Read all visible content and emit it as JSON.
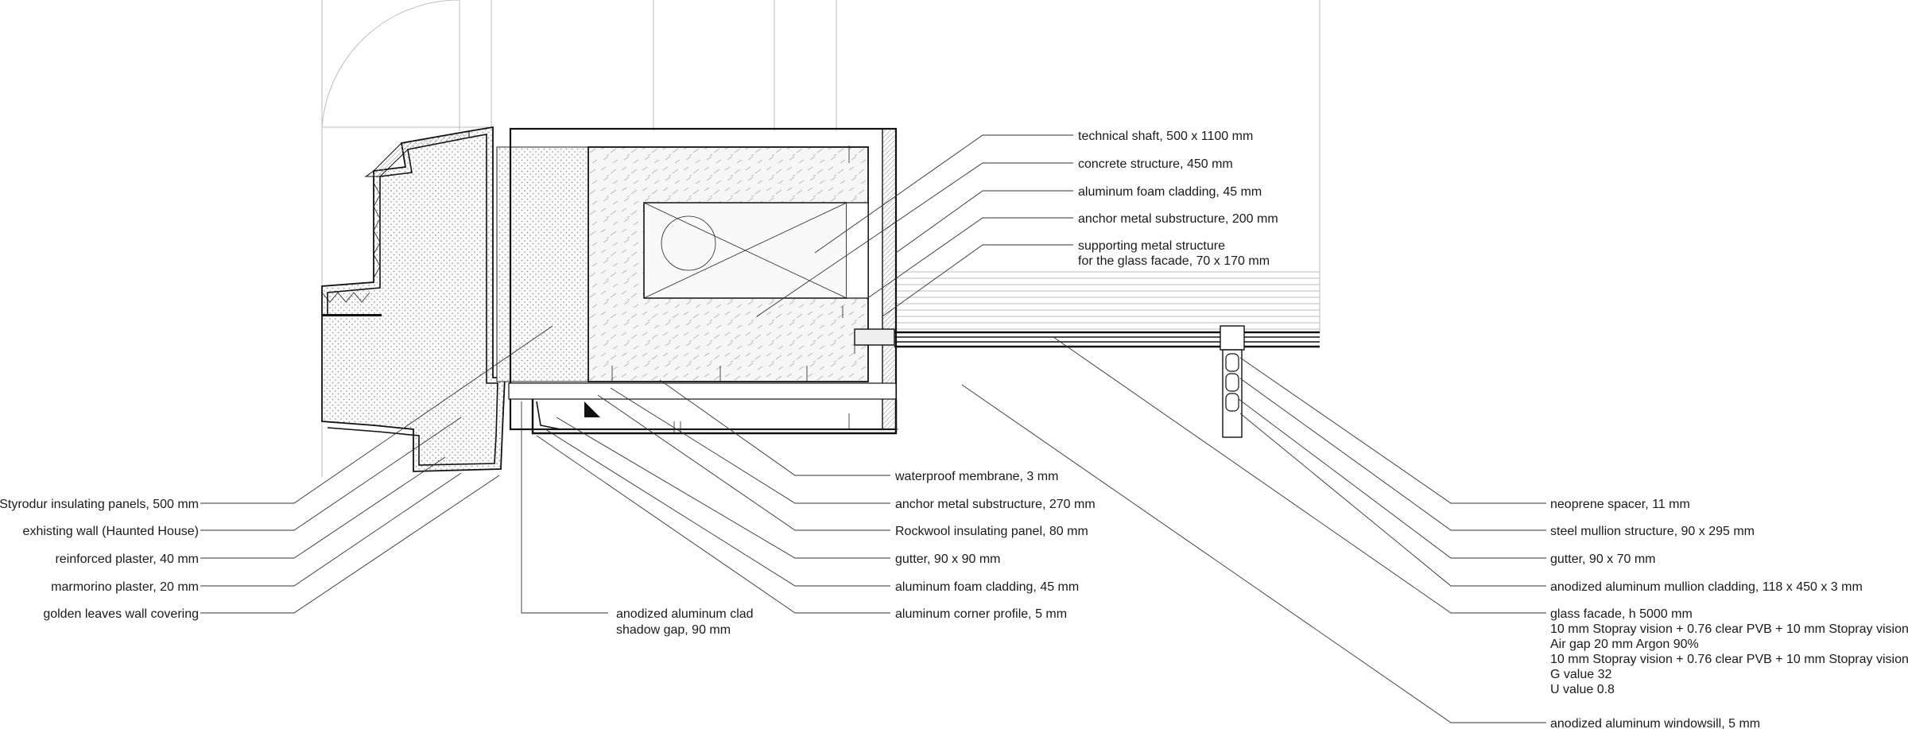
{
  "labels_left": [
    "Styrodur insulating panels, 500 mm",
    "exhisting wall (Haunted House)",
    "reinforced plaster, 40 mm",
    "marmorino plaster, 20 mm",
    "golden leaves wall covering"
  ],
  "label_shadow_gap": [
    "anodized aluminum clad",
    "shadow gap, 90 mm"
  ],
  "labels_center": [
    "waterproof membrane, 3 mm",
    "anchor metal substructure, 270 mm",
    "Rockwool insulating panel, 80 mm",
    "gutter, 90 x 90 mm",
    "aluminum foam cladding, 45 mm",
    "aluminum corner profile, 5 mm"
  ],
  "labels_top": [
    [
      "technical shaft, 500 x 1100 mm"
    ],
    [
      "concrete structure, 450 mm"
    ],
    [
      "aluminum foam cladding, 45 mm"
    ],
    [
      "anchor metal substructure, 200 mm"
    ],
    [
      "supporting metal structure",
      "for the glass facade, 70 x 170 mm"
    ]
  ],
  "labels_right": [
    [
      "neoprene spacer, 11 mm"
    ],
    [
      "steel mullion structure, 90 x 295 mm"
    ],
    [
      "gutter, 90 x 70 mm"
    ],
    [
      "anodized aluminum mullion cladding, 118 x 450 x 3 mm"
    ],
    [
      "glass facade, h 5000 mm",
      "10 mm Stopray vision + 0.76 clear PVB + 10 mm Stopray vision",
      "Air gap 20 mm Argon 90%",
      "10 mm Stopray vision + 0.76 clear PVB + 10 mm Stopray vision",
      "G value 32",
      "U value 0.8"
    ],
    [
      "anodized aluminum windowsill, 5 mm"
    ]
  ]
}
